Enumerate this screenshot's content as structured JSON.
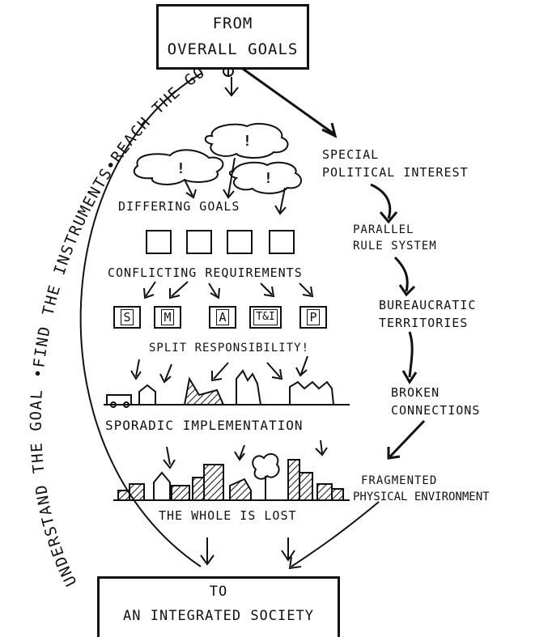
{
  "top_box": {
    "line1": "FROM",
    "line2": "OVERALL GOALS"
  },
  "bottom_box": {
    "line1": "TO",
    "line2": "AN INTEGRATED SOCIETY"
  },
  "left_arc_text": "UNDERSTAND THE GOAL •FIND THE INSTRUMENTS•REACH THE GOAL",
  "center": {
    "cloud_mark": "!",
    "differing_goals": "DIFFERING GOALS",
    "conflicting_requirements": "CONFLICTING REQUIREMENTS",
    "departments": [
      "S",
      "M",
      "A",
      "T&I",
      "P"
    ],
    "split_responsibility": "SPLIT RESPONSIBILITY!",
    "sporadic_implementation": "SPORADIC IMPLEMENTATION",
    "whole_lost": "THE WHOLE IS LOST"
  },
  "right_chain": {
    "step1_line1": "SPECIAL",
    "step1_line2": "POLITICAL INTEREST",
    "step2_line1": "PARALLEL",
    "step2_line2": "RULE SYSTEM",
    "step3_line1": "BUREAUCRATIC",
    "step3_line2": "TERRITORIES",
    "step4_line1": "BROKEN",
    "step4_line2": "CONNECTIONS",
    "step5_line1": "FRAGMENTED",
    "step5_line2": "PHYSICAL ENVIRONMENT"
  },
  "colors": {
    "ink": "#111111",
    "paper": "#ffffff"
  }
}
